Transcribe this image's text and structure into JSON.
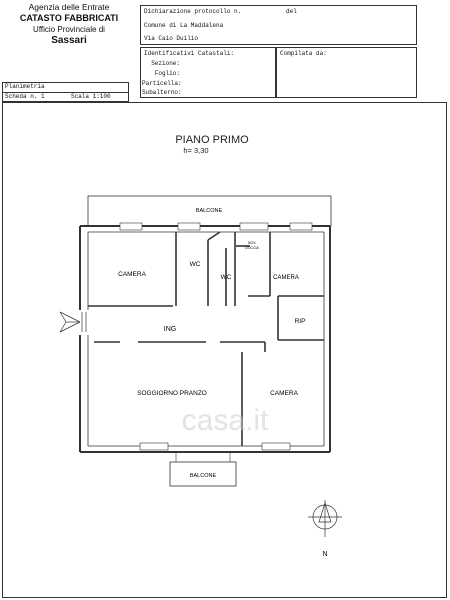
{
  "header": {
    "office_line1": "Agenzia delle Entrate",
    "office_line2": "CATASTO FABBRICATI",
    "office_line3": "Ufficio Provinciale di",
    "office_line4": "Sassari",
    "declaration_label": "Dichiarazione protocollo n.",
    "declaration_del": "del",
    "comune": "Comune di La Maddalena",
    "address": "Via Caio Duilio",
    "identificativi_label": "Identificativi Catastali:",
    "sezione_label": "Sezione:",
    "foglio_label": "Foglio:",
    "particella_label": "Particella:",
    "subalterno_label": "Subalterno:",
    "compilata_label": "Compilata da:"
  },
  "sheet": {
    "planimetria_label": "Planimetria",
    "scheda_label": "Scheda n. 1",
    "scala_label": "Scala 1:100"
  },
  "plan": {
    "title": "PIANO PRIMO",
    "height": "h= 3,30",
    "rooms": {
      "balcone_top": "BALCONE",
      "camera_left": "CAMERA",
      "wc_1": "WC",
      "wc_2": "WC",
      "box_doccia_1": "BOX",
      "box_doccia_2": "DOCCIA",
      "camera_right": "CAMERA",
      "rip": "RIP",
      "ing": "ING",
      "soggiorno": "SOGGIORNO PRANZO",
      "camera_bottom": "CAMERA",
      "balcone_bottom": "BALCONE"
    },
    "north": "N",
    "watermark": "casa.it"
  }
}
